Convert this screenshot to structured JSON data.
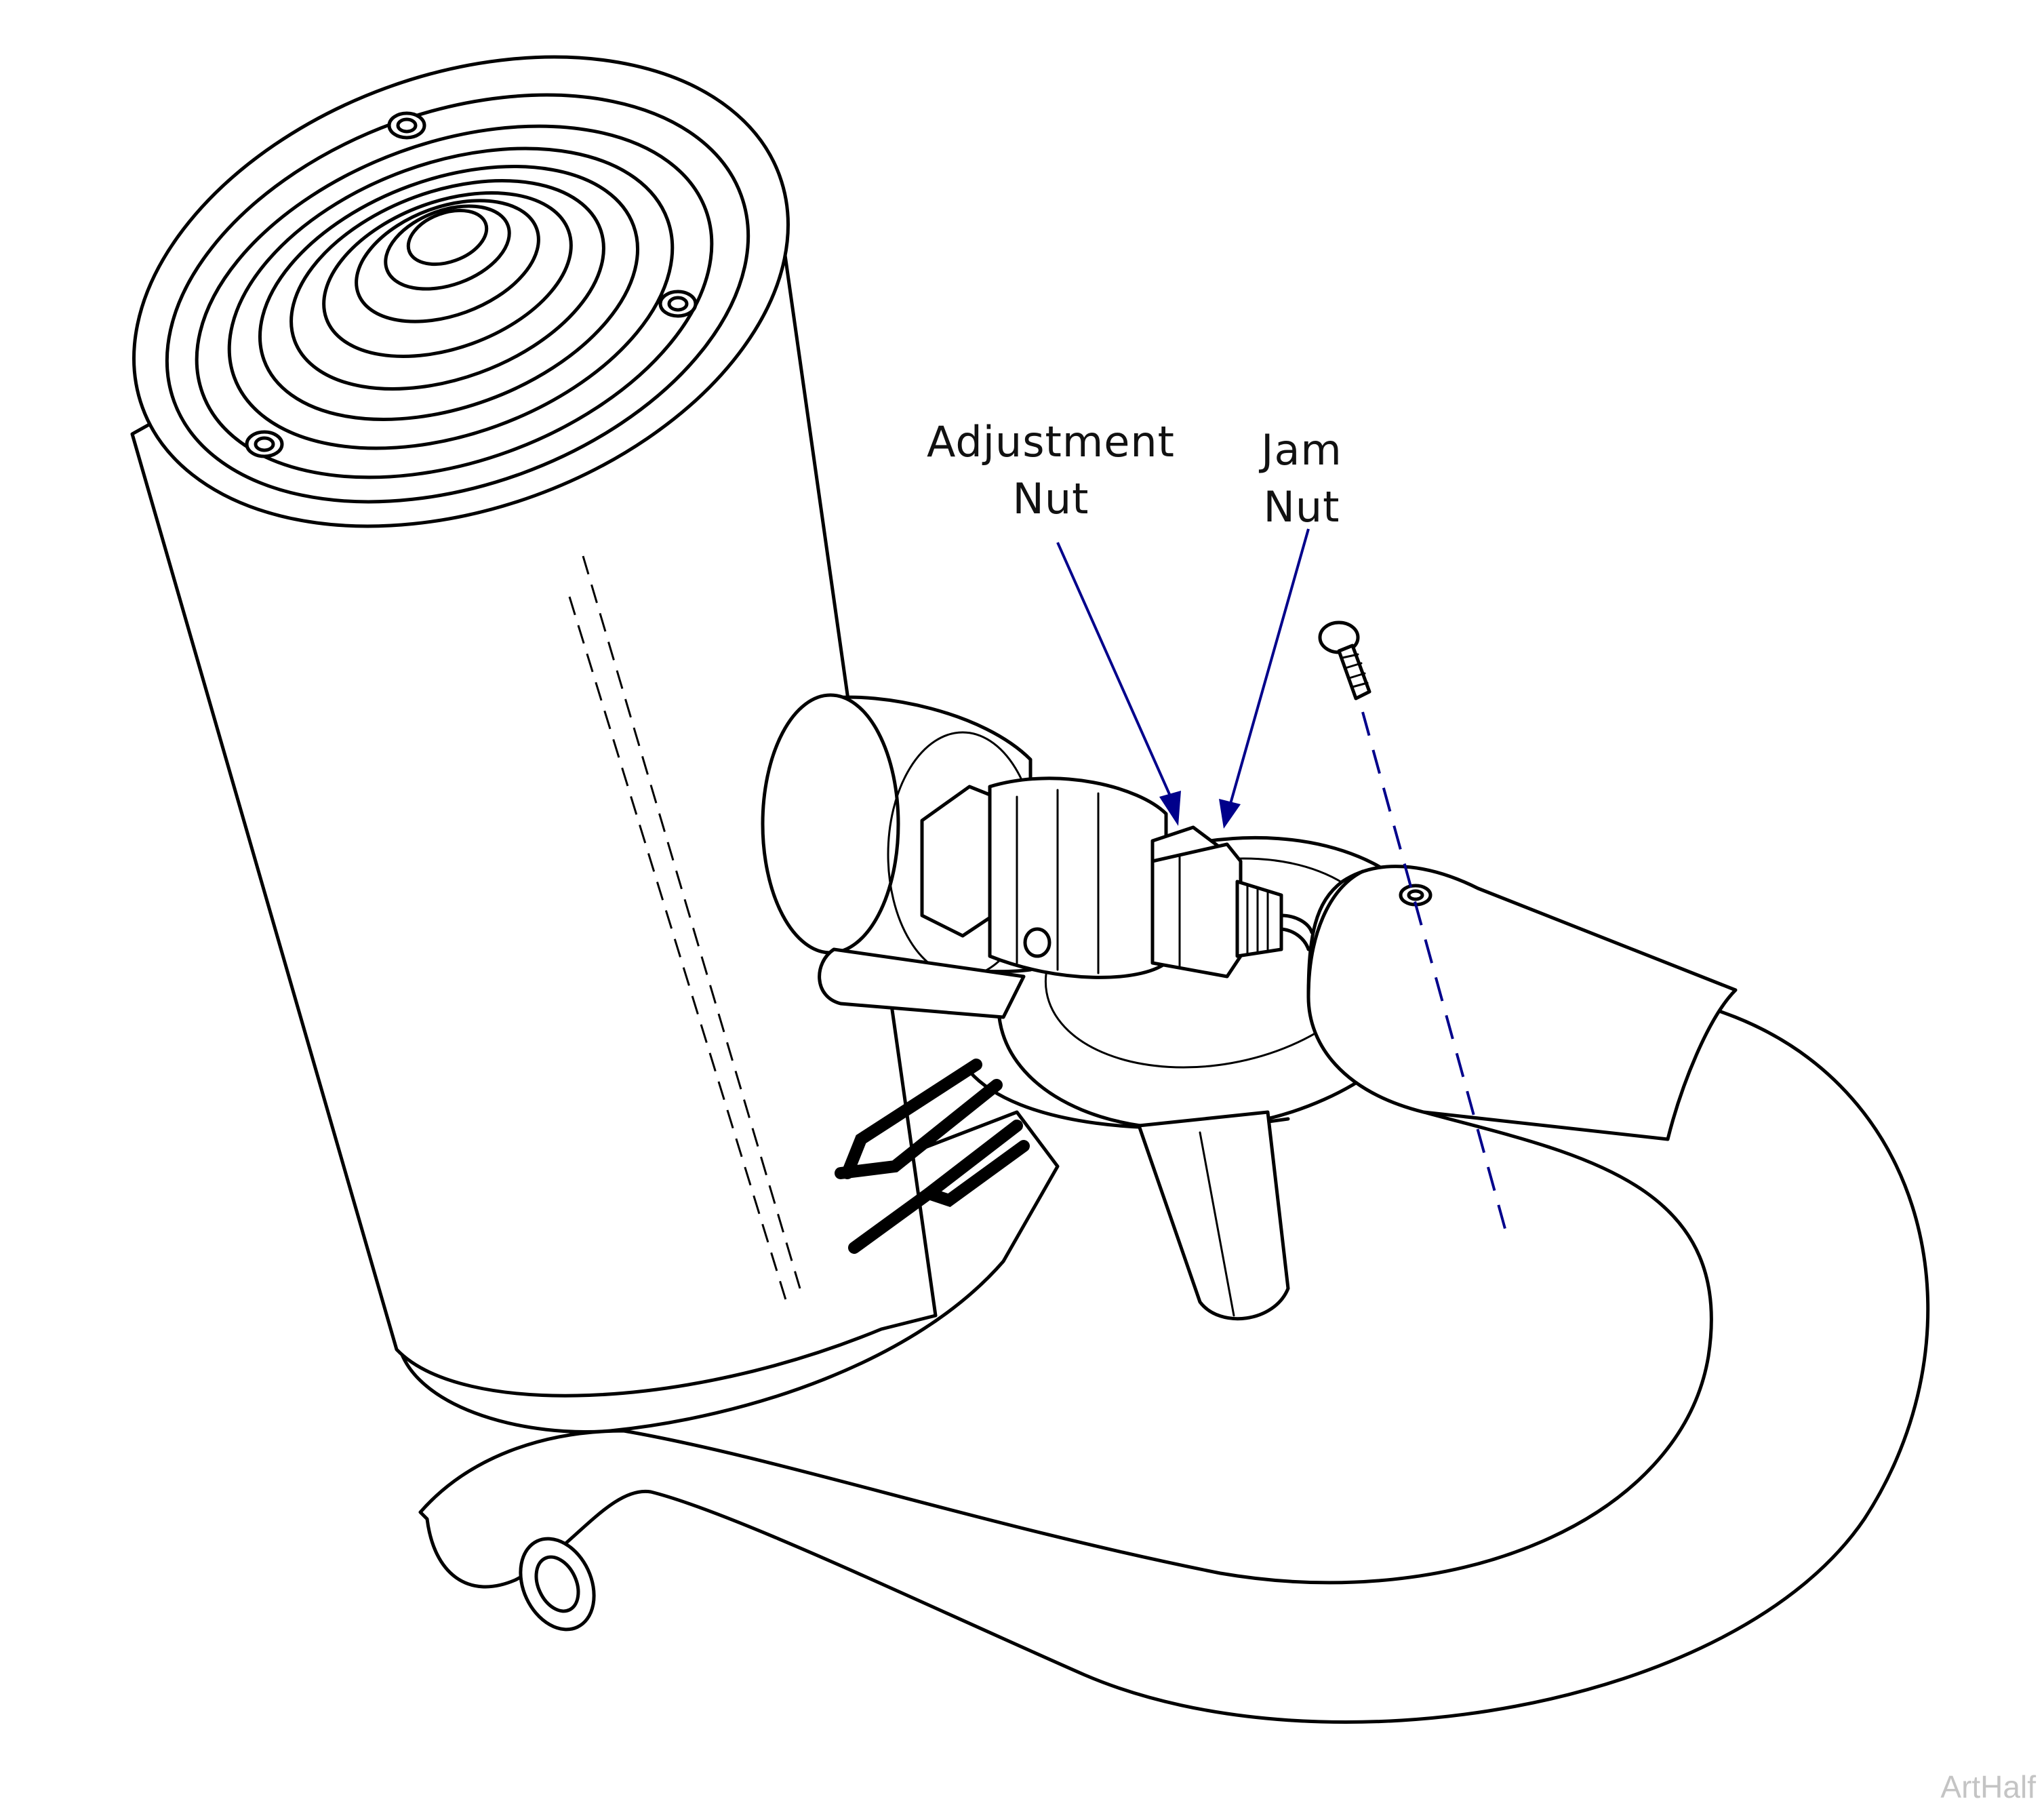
{
  "callouts": {
    "adjustment_nut": {
      "line1": "Adjustment",
      "line2": "Nut"
    },
    "jam_nut": {
      "line1": "Jam",
      "line2": "Nut"
    }
  },
  "watermark": "ArtHalf",
  "colors": {
    "leader": "#00008b",
    "line_art": "#000000",
    "watermark": "#c4c4c4"
  }
}
